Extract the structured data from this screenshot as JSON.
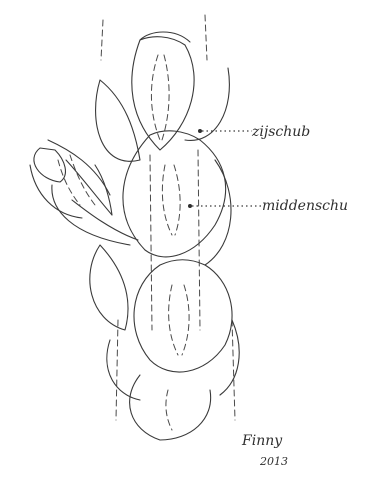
{
  "labels": {
    "zijschub": "zijschub",
    "middenschub": "middenschu"
  },
  "signature": {
    "name": "Finny",
    "year": "2013"
  },
  "colors": {
    "ink": "#3a3a3a",
    "paper": "#ffffff"
  }
}
